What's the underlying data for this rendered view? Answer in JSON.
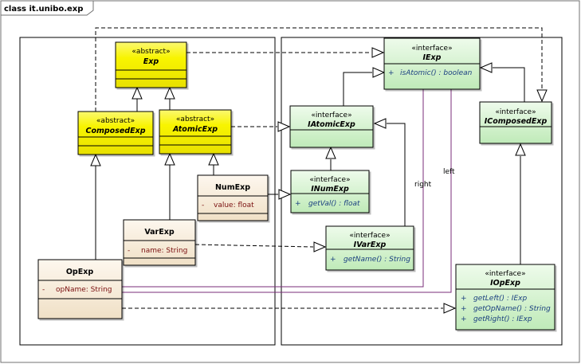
{
  "frame": {
    "title": "class it.unibo.exp"
  },
  "colors": {
    "abstract_fill": "#f8f400",
    "interface_fill": "#d6f5d2",
    "concrete_fill": "#f8ecd8",
    "assoc_line": "#7a2c7a"
  },
  "classes": [
    {
      "id": "exp",
      "stereotype": "«abstract»",
      "name": "Exp",
      "kind": "abstract",
      "members": []
    },
    {
      "id": "composed",
      "stereotype": "«abstract»",
      "name": "ComposedExp",
      "kind": "abstract",
      "members": []
    },
    {
      "id": "atomic",
      "stereotype": "«abstract»",
      "name": "AtomicExp",
      "kind": "abstract",
      "members": []
    },
    {
      "id": "numexp",
      "stereotype": "",
      "name": "NumExp",
      "kind": "concrete",
      "members": [
        {
          "vis": "-",
          "text": "value:  float"
        }
      ]
    },
    {
      "id": "varexp",
      "stereotype": "",
      "name": "VarExp",
      "kind": "concrete",
      "members": [
        {
          "vis": "-",
          "text": "name:  String"
        }
      ]
    },
    {
      "id": "opexp",
      "stereotype": "",
      "name": "OpExp",
      "kind": "concrete",
      "members": [
        {
          "vis": "-",
          "text": "opName:  String"
        }
      ]
    },
    {
      "id": "iexp",
      "stereotype": "«interface»",
      "name": "IExp",
      "kind": "interface",
      "members": [
        {
          "vis": "+",
          "text": "isAtomic() : boolean"
        }
      ]
    },
    {
      "id": "iatomic",
      "stereotype": "«interface»",
      "name": "IAtomicExp",
      "kind": "interface",
      "members": []
    },
    {
      "id": "inum",
      "stereotype": "«interface»",
      "name": "INumExp",
      "kind": "interface",
      "members": [
        {
          "vis": "+",
          "text": "getVal() : float"
        }
      ]
    },
    {
      "id": "ivar",
      "stereotype": "«interface»",
      "name": "IVarExp",
      "kind": "interface",
      "members": [
        {
          "vis": "+",
          "text": "getName() : String"
        }
      ]
    },
    {
      "id": "icomposed",
      "stereotype": "«interface»",
      "name": "IComposedExp",
      "kind": "interface",
      "members": []
    },
    {
      "id": "iop",
      "stereotype": "«interface»",
      "name": "IOpExp",
      "kind": "interface",
      "members": [
        {
          "vis": "+",
          "text": "getLeft() : IExp"
        },
        {
          "vis": "+",
          "text": "getOpName() : String"
        },
        {
          "vis": "+",
          "text": "getRight() : IExp"
        }
      ]
    }
  ],
  "associations": {
    "right_label": "right",
    "left_label": "left"
  }
}
